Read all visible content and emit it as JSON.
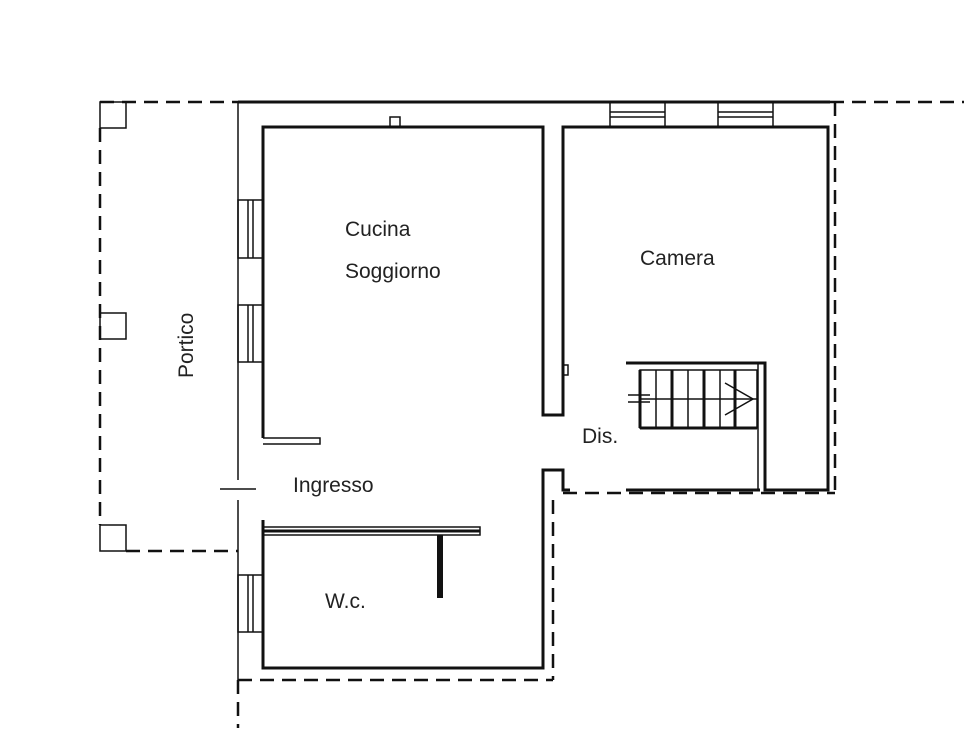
{
  "plan": {
    "rooms": {
      "kitchen_line1": "Cucina",
      "kitchen_line2": "Soggiorno",
      "bedroom": "Camera",
      "porch": "Portico",
      "hallway": "Dis.",
      "entrance": "Ingresso",
      "bathroom": "W.c."
    }
  }
}
